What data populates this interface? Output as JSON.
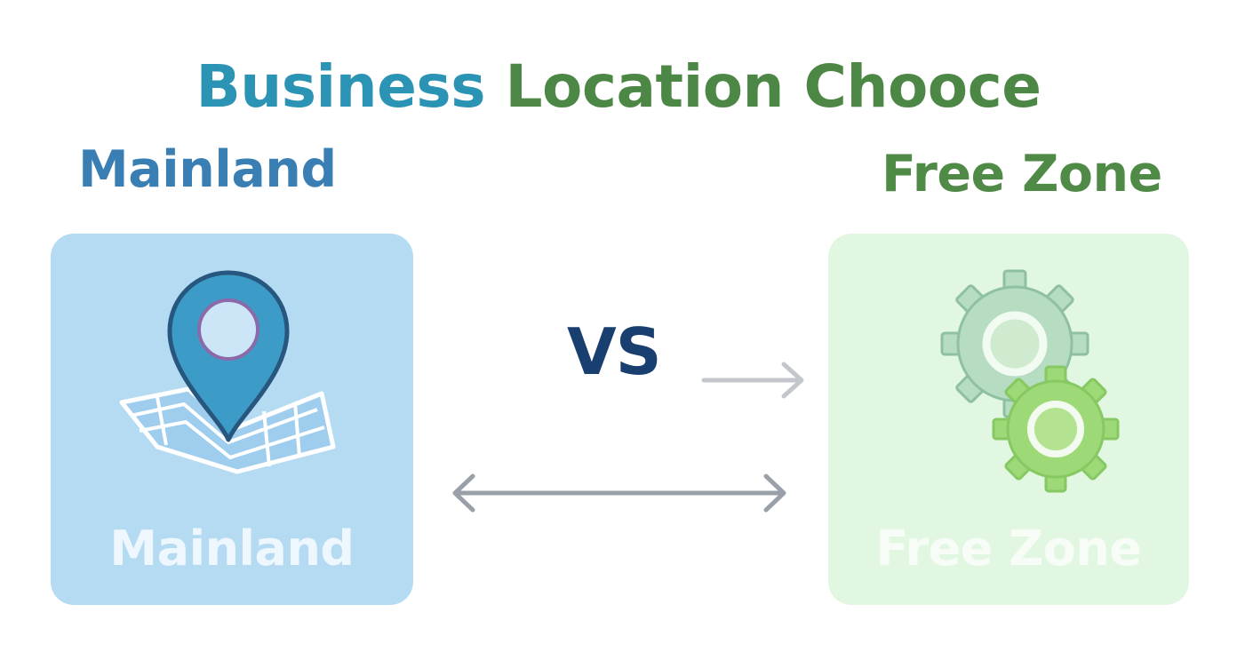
{
  "title": {
    "part1": "Business",
    "part2": "Location Chooce"
  },
  "headings": {
    "left": "Mainland",
    "right": "Free Zone"
  },
  "cards": {
    "mainland": {
      "label": "Mainland",
      "icon": "map-pin-icon",
      "color": "#b4dbf1"
    },
    "free_zone": {
      "label": "Free Zone",
      "icon": "gears-icon",
      "color": "#e1f7e1"
    }
  },
  "vs_label": "VS",
  "colors": {
    "title_blue": "#2b93b3",
    "title_green": "#4c8745",
    "vs": "#183f6f",
    "arrow": "#9aa0a8"
  }
}
